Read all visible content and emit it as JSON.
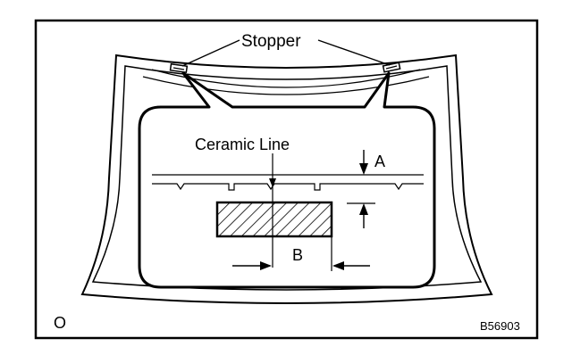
{
  "labels": {
    "stopper": "Stopper",
    "ceramic_line": "Ceramic Line",
    "dimension_a": "A",
    "dimension_b": "B",
    "corner_mark": "O",
    "figure_id": "B56903"
  }
}
